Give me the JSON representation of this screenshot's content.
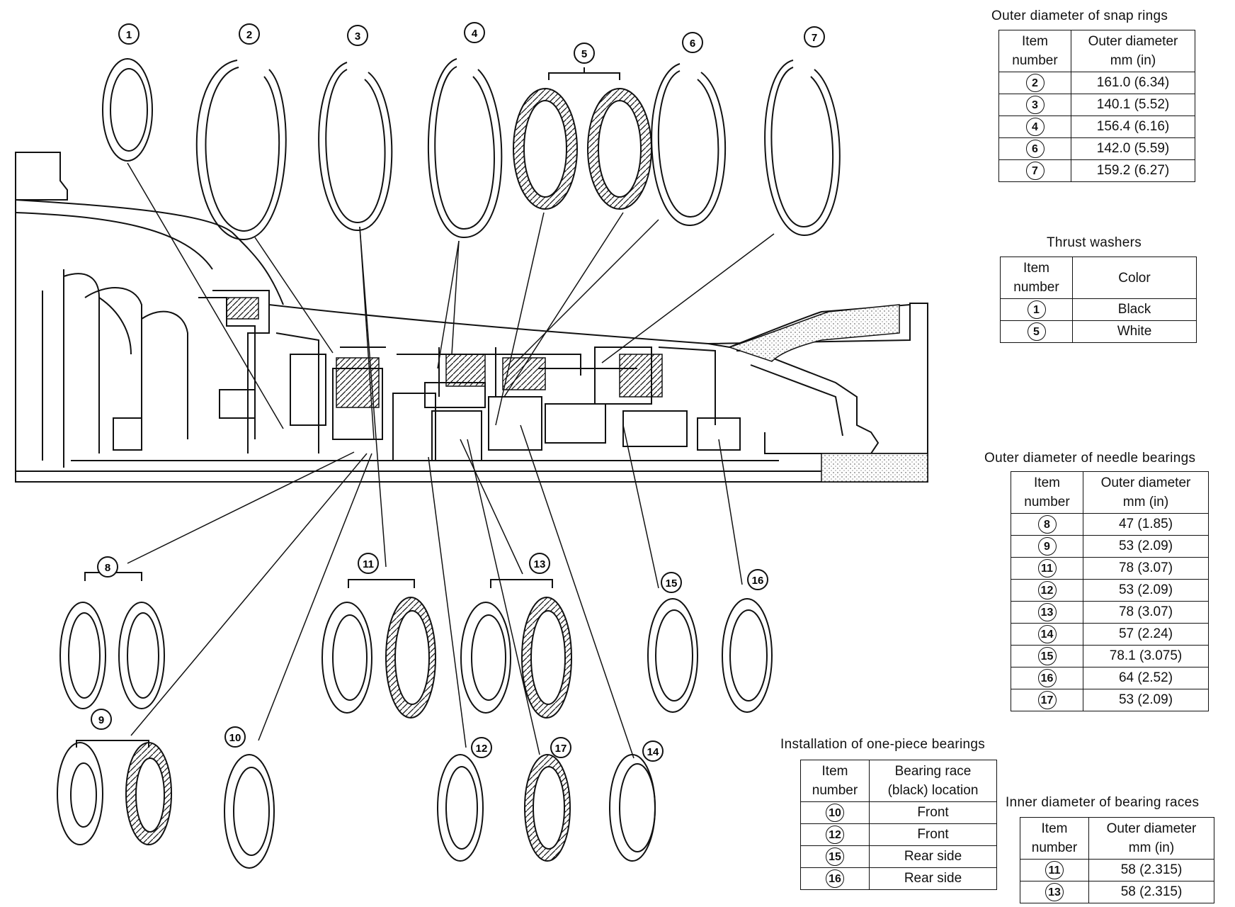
{
  "callouts": [
    "1",
    "2",
    "3",
    "4",
    "5",
    "6",
    "7",
    "8",
    "9",
    "10",
    "11",
    "12",
    "13",
    "14",
    "15",
    "16",
    "17"
  ],
  "snap_rings": {
    "title": "Outer diameter of snap rings",
    "headers": [
      "Item number",
      "Outer diameter mm (in)"
    ],
    "rows": [
      {
        "item": "2",
        "value": "161.0 (6.34)"
      },
      {
        "item": "3",
        "value": "140.1 (5.52)"
      },
      {
        "item": "4",
        "value": "156.4 (6.16)"
      },
      {
        "item": "6",
        "value": "142.0 (5.59)"
      },
      {
        "item": "7",
        "value": "159.2 (6.27)"
      }
    ]
  },
  "thrust_washers": {
    "title": "Thrust washers",
    "headers": [
      "Item number",
      "Color"
    ],
    "rows": [
      {
        "item": "1",
        "value": "Black"
      },
      {
        "item": "5",
        "value": "White"
      }
    ]
  },
  "needle_bearings": {
    "title": "Outer diameter of needle bearings",
    "headers": [
      "Item number",
      "Outer diameter mm (in)"
    ],
    "rows": [
      {
        "item": "8",
        "value": "47 (1.85)"
      },
      {
        "item": "9",
        "value": "53 (2.09)"
      },
      {
        "item": "11",
        "value": "78 (3.07)"
      },
      {
        "item": "12",
        "value": "53 (2.09)"
      },
      {
        "item": "13",
        "value": "78 (3.07)"
      },
      {
        "item": "14",
        "value": "57 (2.24)"
      },
      {
        "item": "15",
        "value": "78.1 (3.075)"
      },
      {
        "item": "16",
        "value": "64 (2.52)"
      },
      {
        "item": "17",
        "value": "53 (2.09)"
      }
    ]
  },
  "one_piece_bearings": {
    "title": "Installation of one-piece bearings",
    "headers": [
      "Item number",
      "Bearing race (black) location"
    ],
    "rows": [
      {
        "item": "10",
        "value": "Front"
      },
      {
        "item": "12",
        "value": "Front"
      },
      {
        "item": "15",
        "value": "Rear side"
      },
      {
        "item": "16",
        "value": "Rear side"
      }
    ]
  },
  "bearing_races": {
    "title": "Inner diameter of bearing races",
    "headers": [
      "Item number",
      "Outer diameter mm (in)"
    ],
    "rows": [
      {
        "item": "11",
        "value": "58 (2.315)"
      },
      {
        "item": "13",
        "value": "58 (2.315)"
      }
    ]
  }
}
